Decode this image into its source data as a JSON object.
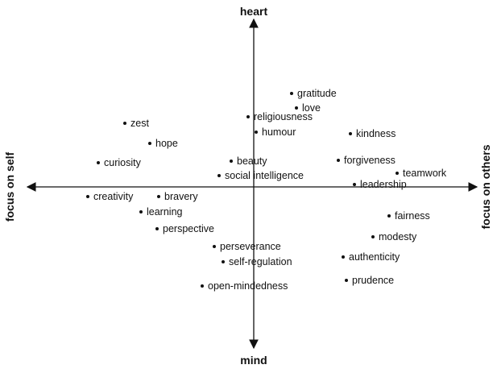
{
  "poles": {
    "top": "heart",
    "bottom": "mind",
    "left": "focus on self",
    "right": "focus on others"
  },
  "strengths": [
    {
      "label": "gratitude"
    },
    {
      "label": "love"
    },
    {
      "label": "religiousness"
    },
    {
      "label": "humour"
    },
    {
      "label": "kindness"
    },
    {
      "label": "zest"
    },
    {
      "label": "hope"
    },
    {
      "label": "curiosity"
    },
    {
      "label": "beauty"
    },
    {
      "label": "social intelligence"
    },
    {
      "label": "forgiveness"
    },
    {
      "label": "teamwork"
    },
    {
      "label": "leadership"
    },
    {
      "label": "creativity"
    },
    {
      "label": "bravery"
    },
    {
      "label": "learning"
    },
    {
      "label": "perspective"
    },
    {
      "label": "fairness"
    },
    {
      "label": "modesty"
    },
    {
      "label": "perseverance"
    },
    {
      "label": "self-regulation"
    },
    {
      "label": "authenticity"
    },
    {
      "label": "prudence"
    },
    {
      "label": "open-mindedness"
    }
  ]
}
